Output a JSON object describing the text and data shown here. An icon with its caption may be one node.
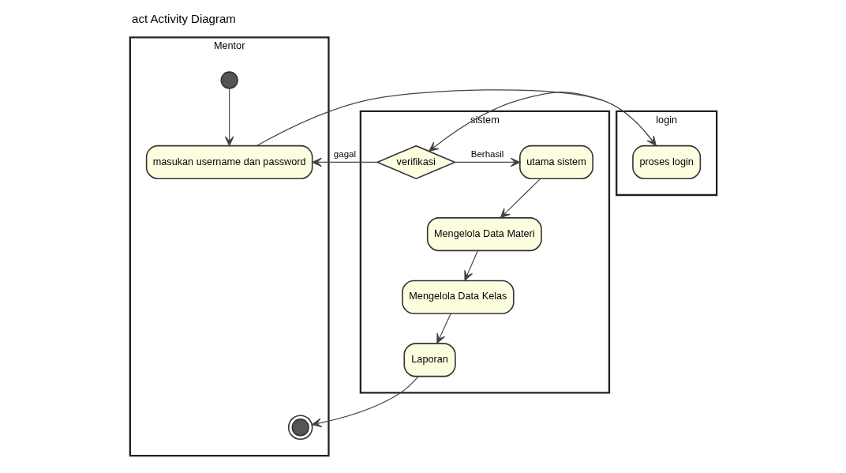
{
  "diagram": {
    "title": "act Activity Diagram",
    "nodes": [
      {
        "text": [
          "Mentor"
        ]
      },
      {
        "text": [
          "login"
        ]
      },
      {
        "text": [
          "sistem"
        ]
      },
      {
        "text": [],
        "shape": "circle",
        "in": 0
      },
      {
        "text": [
          "masukan username dan password"
        ],
        "in": 0
      },
      {
        "text": [
          "proses login"
        ],
        "in": 1
      },
      {
        "text": [
          "verifikasi"
        ],
        "in": 2
      },
      {
        "text": [
          "utama sistem"
        ],
        "in": 2
      },
      {
        "text": [
          "Mengelola Data Materi"
        ],
        "in": 2
      },
      {
        "text": [
          "Mengelola Data Kelas"
        ],
        "in": 2
      },
      {
        "text": [
          "Laporan"
        ],
        "in": 2
      },
      {
        "text": [],
        "shape": "circle",
        "in": 0
      }
    ],
    "edges": [
      {
        "from": 3,
        "to": 4,
        "arrow": "to"
      },
      {
        "from": 4,
        "to": 5,
        "arrow": "to"
      },
      {
        "from": 5,
        "to": 6,
        "arrow": "to"
      },
      {
        "from": 6,
        "to": 7,
        "arrow": "to",
        "label": "Berhasil"
      },
      {
        "from": 6,
        "to": 4,
        "arrow": "to",
        "label": "gagal"
      },
      {
        "from": 7,
        "to": 8,
        "arrow": "to"
      },
      {
        "from": 8,
        "to": 9,
        "arrow": "to"
      },
      {
        "from": 9,
        "to": 10,
        "arrow": "to"
      },
      {
        "from": 10,
        "to": 11,
        "arrow": "to"
      }
    ]
  }
}
